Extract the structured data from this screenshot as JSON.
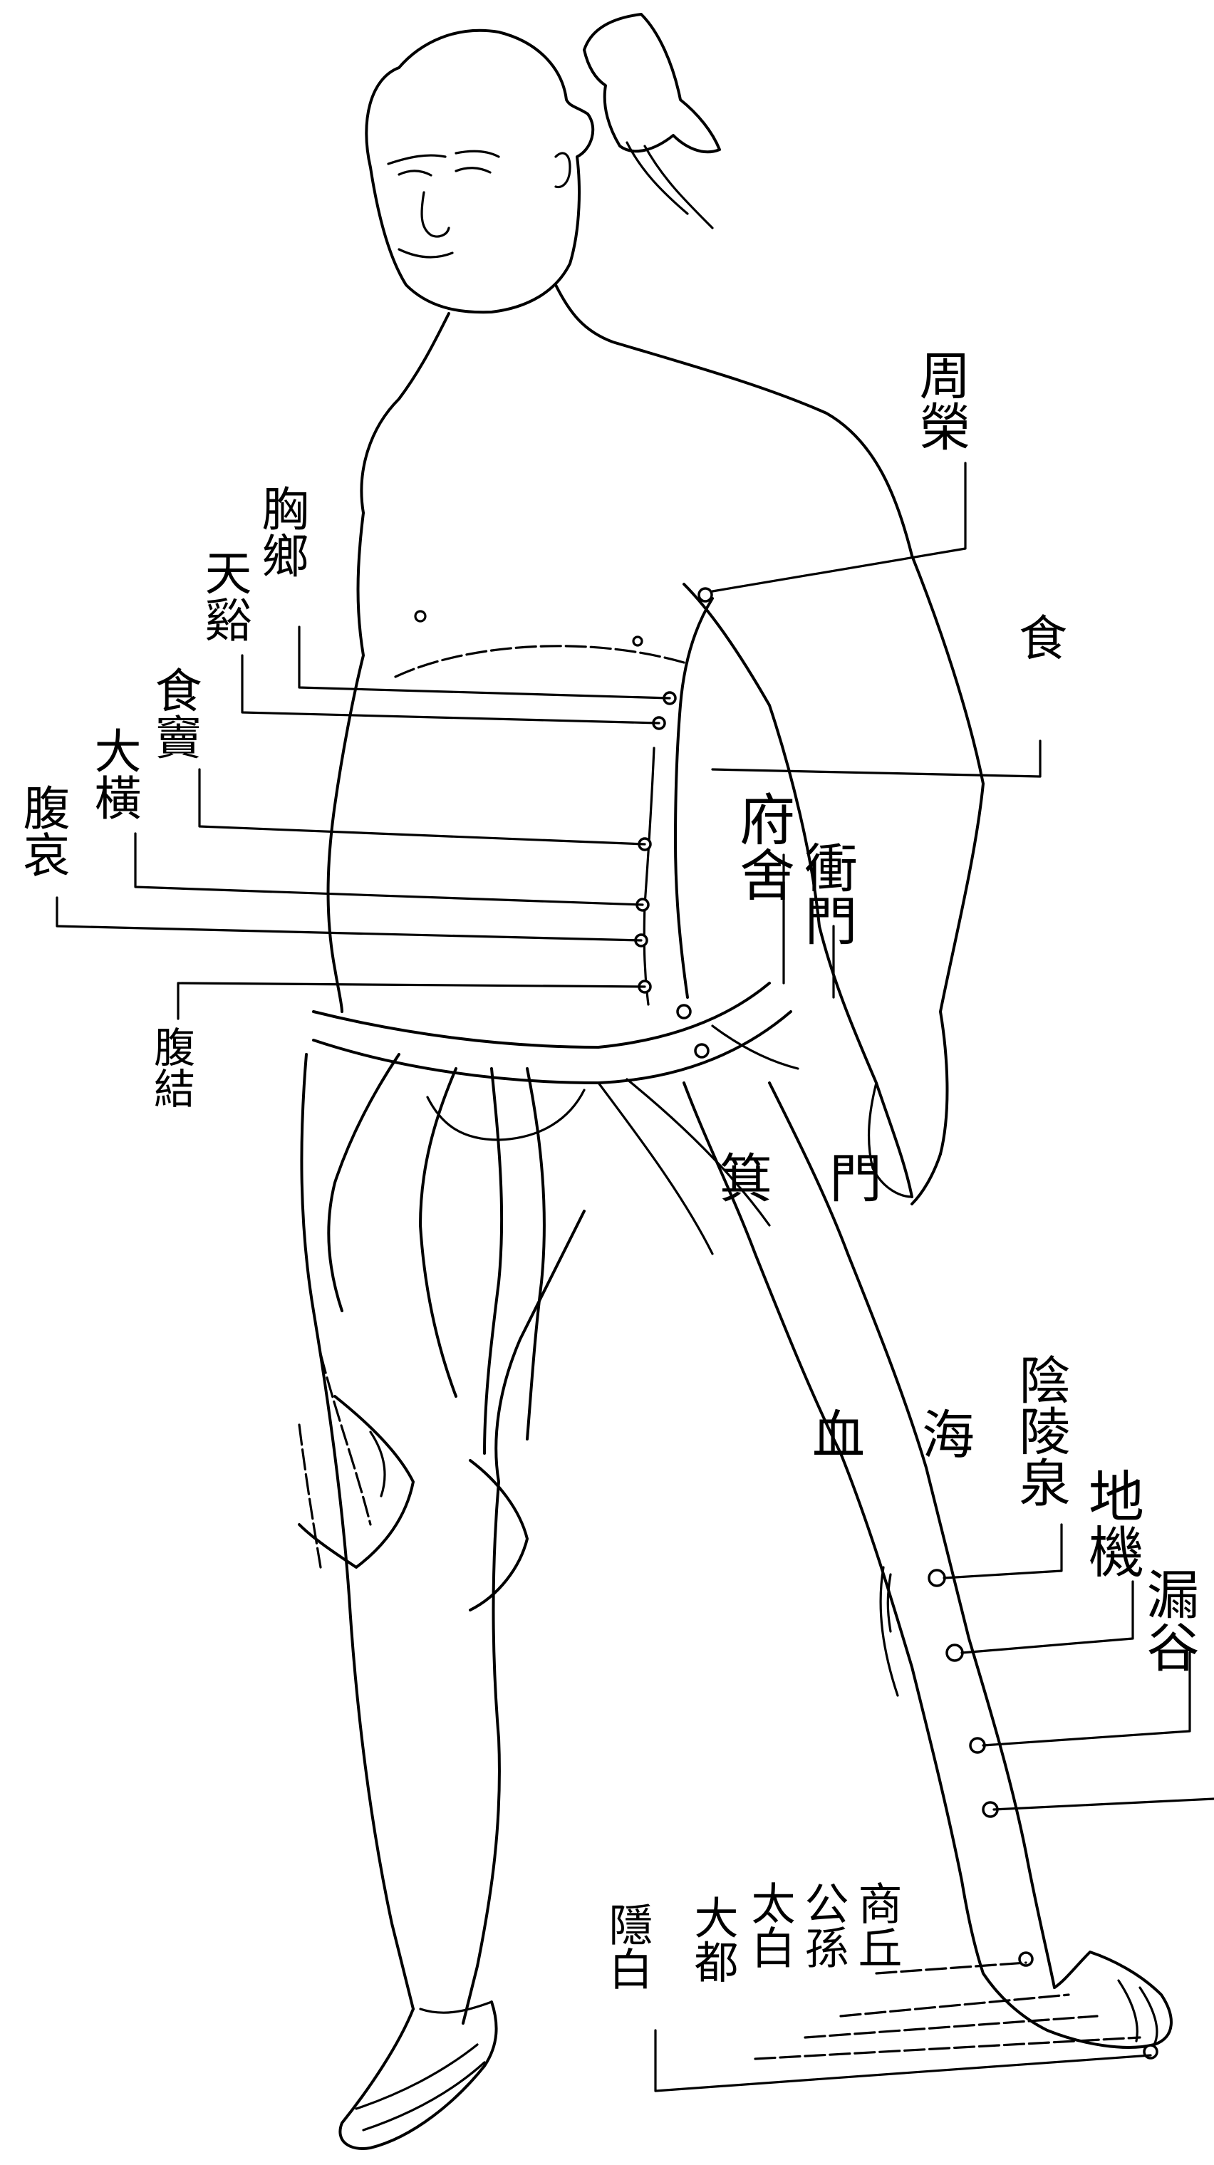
{
  "labels": {
    "zhourong": "周榮",
    "xiongxiang": "胸鄉",
    "tianxi": "天谿",
    "shidou": "食竇",
    "daheng": "大橫",
    "fuai": "腹哀",
    "shi_partial": "食",
    "fujie": "腹結",
    "fushe": "府舍",
    "chongmen": "衝門",
    "jimen": "箕門",
    "xuehai": "血海",
    "yinlingquan": "陰陵泉",
    "diji": "地機",
    "lougu": "漏谷",
    "shangqiu": "商丘",
    "gongsun": "公孫",
    "taibai": "太白",
    "dadu": "大都",
    "yinbai": "隱白"
  }
}
